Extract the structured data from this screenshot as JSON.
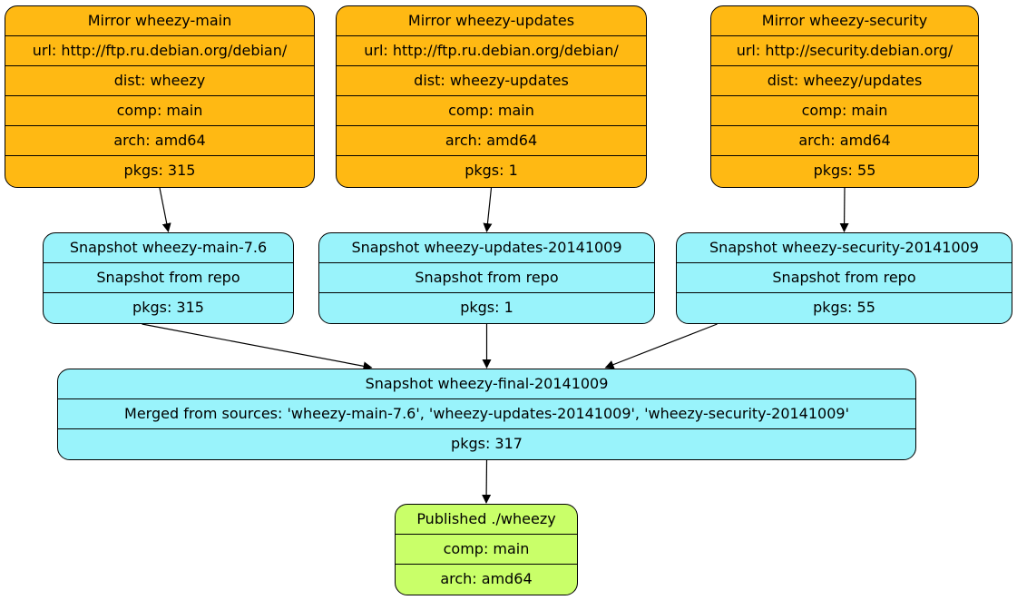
{
  "colors": {
    "mirror": "#ffb913",
    "snapshot": "#99f3fb",
    "published": "#c9ff69",
    "edge": "#000000"
  },
  "mirrors": [
    {
      "id": "m1",
      "title": "Mirror wheezy-main",
      "lines": [
        "url: http://ftp.ru.debian.org/debian/",
        "dist: wheezy",
        "comp: main",
        "arch: amd64",
        "pkgs: 315"
      ]
    },
    {
      "id": "m2",
      "title": "Mirror wheezy-updates",
      "lines": [
        "url: http://ftp.ru.debian.org/debian/",
        "dist: wheezy-updates",
        "comp: main",
        "arch: amd64",
        "pkgs: 1"
      ]
    },
    {
      "id": "m3",
      "title": "Mirror wheezy-security",
      "lines": [
        "url: http://security.debian.org/",
        "dist: wheezy/updates",
        "comp: main",
        "arch: amd64",
        "pkgs: 55"
      ]
    }
  ],
  "snapshots": [
    {
      "id": "s1",
      "title": "Snapshot wheezy-main-7.6",
      "lines": [
        "Snapshot from repo",
        "pkgs: 315"
      ]
    },
    {
      "id": "s2",
      "title": "Snapshot wheezy-updates-20141009",
      "lines": [
        "Snapshot from repo",
        "pkgs: 1"
      ]
    },
    {
      "id": "s3",
      "title": "Snapshot wheezy-security-20141009",
      "lines": [
        "Snapshot from repo",
        "pkgs: 55"
      ]
    }
  ],
  "merged": {
    "id": "merge",
    "title": "Snapshot wheezy-final-20141009",
    "lines": [
      "Merged from sources: 'wheezy-main-7.6', 'wheezy-updates-20141009', 'wheezy-security-20141009'",
      "pkgs: 317"
    ]
  },
  "published": {
    "id": "pub",
    "title": "Published ./wheezy",
    "lines": [
      "comp: main",
      "arch: amd64"
    ]
  },
  "edges": [
    {
      "from": "m1",
      "to": "s1"
    },
    {
      "from": "m2",
      "to": "s2"
    },
    {
      "from": "m3",
      "to": "s3"
    },
    {
      "from": "s1",
      "to": "merge"
    },
    {
      "from": "s2",
      "to": "merge"
    },
    {
      "from": "s3",
      "to": "merge"
    },
    {
      "from": "merge",
      "to": "pub"
    }
  ]
}
